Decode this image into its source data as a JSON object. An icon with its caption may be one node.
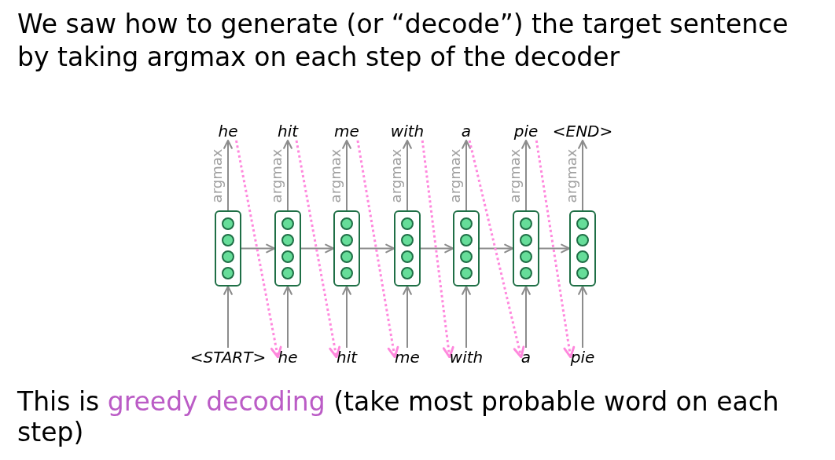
{
  "diagram": {
    "title": "We saw how to generate (or “decode”) the target sentence by taking argmax on each step of the decoder",
    "caption": "This is **greedy decoding** (take most probable word on each step)",
    "nodes": [
      {
        "text": [
          "he"
        ]
      },
      {
        "text": [
          "hit"
        ]
      },
      {
        "text": [
          "me"
        ]
      },
      {
        "text": [
          "with"
        ]
      },
      {
        "text": [
          "a"
        ]
      },
      {
        "text": [
          "pie"
        ]
      },
      {
        "text": [
          "<END>"
        ]
      },
      {
        "text": [],
        "shape": "box"
      },
      {
        "text": [],
        "shape": "box"
      },
      {
        "text": [],
        "shape": "box"
      },
      {
        "text": [],
        "shape": "box"
      },
      {
        "text": [],
        "shape": "box"
      },
      {
        "text": [],
        "shape": "box"
      },
      {
        "text": [],
        "shape": "box"
      },
      {
        "text": [
          "<START>"
        ]
      },
      {
        "text": [
          "he"
        ]
      },
      {
        "text": [
          "hit"
        ]
      },
      {
        "text": [
          "me"
        ]
      },
      {
        "text": [
          "with"
        ]
      },
      {
        "text": [
          "a"
        ]
      },
      {
        "text": [
          "pie"
        ]
      }
    ],
    "edges": [
      {
        "from": 7,
        "to": 8,
        "arrow": "to"
      },
      {
        "from": 8,
        "to": 9,
        "arrow": "to"
      },
      {
        "from": 9,
        "to": 10,
        "arrow": "to"
      },
      {
        "from": 10,
        "to": 11,
        "arrow": "to"
      },
      {
        "from": 11,
        "to": 12,
        "arrow": "to"
      },
      {
        "from": 12,
        "to": 13,
        "arrow": "to"
      },
      {
        "from": 7,
        "to": 0,
        "arrow": "to",
        "label": "argmax"
      },
      {
        "from": 8,
        "to": 1,
        "arrow": "to",
        "label": "argmax"
      },
      {
        "from": 9,
        "to": 2,
        "arrow": "to",
        "label": "argmax"
      },
      {
        "from": 10,
        "to": 3,
        "arrow": "to",
        "label": "argmax"
      },
      {
        "from": 11,
        "to": 4,
        "arrow": "to",
        "label": "argmax"
      },
      {
        "from": 12,
        "to": 5,
        "arrow": "to",
        "label": "argmax"
      },
      {
        "from": 13,
        "to": 6,
        "arrow": "to",
        "label": "argmax"
      },
      {
        "from": 14,
        "to": 7,
        "arrow": "to"
      },
      {
        "from": 15,
        "to": 8,
        "arrow": "to"
      },
      {
        "from": 16,
        "to": 9,
        "arrow": "to"
      },
      {
        "from": 17,
        "to": 10,
        "arrow": "to"
      },
      {
        "from": 18,
        "to": 11,
        "arrow": "to"
      },
      {
        "from": 19,
        "to": 12,
        "arrow": "to"
      },
      {
        "from": 20,
        "to": 13,
        "arrow": "to"
      },
      {
        "from": 0,
        "to": 15,
        "arrow": "to",
        "style": "dashed",
        "color": "#ff88dd"
      },
      {
        "from": 1,
        "to": 16,
        "arrow": "to",
        "style": "dashed",
        "color": "#ff88dd"
      },
      {
        "from": 2,
        "to": 17,
        "arrow": "to",
        "style": "dashed",
        "color": "#ff88dd"
      },
      {
        "from": 3,
        "to": 18,
        "arrow": "to",
        "style": "dashed",
        "color": "#ff88dd"
      },
      {
        "from": 4,
        "to": 19,
        "arrow": "to",
        "style": "dashed",
        "color": "#ff88dd"
      },
      {
        "from": 5,
        "to": 20,
        "arrow": "to",
        "style": "dashed",
        "color": "#ff88dd"
      }
    ]
  }
}
